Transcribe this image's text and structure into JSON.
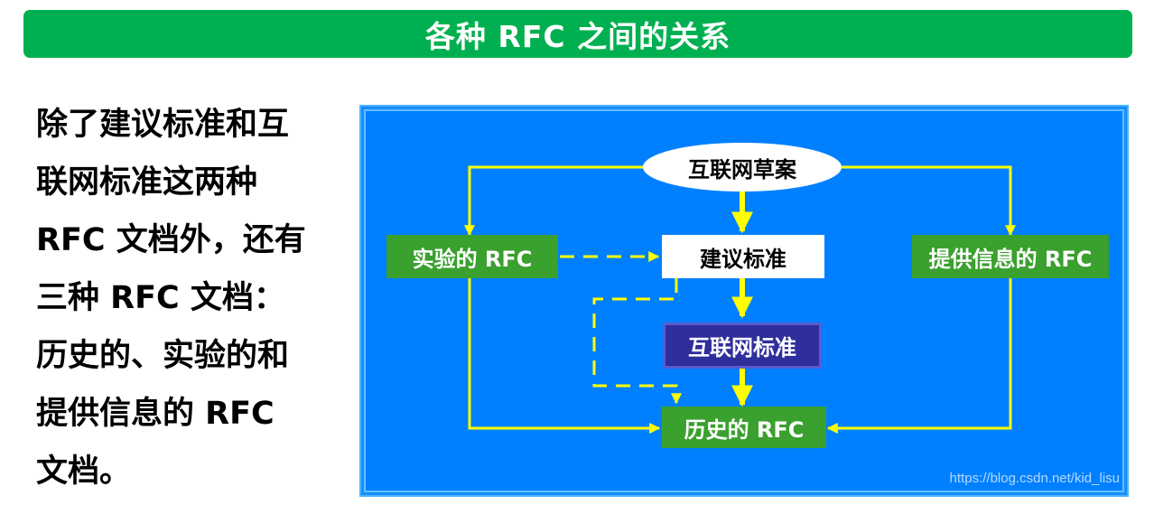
{
  "title": "各种 RFC 之间的关系",
  "body_lines": [
    "除了建议标准和互",
    "联网标准这两种",
    "RFC 文档外，还有",
    "三种 RFC 文档：",
    "历史的、实验的和",
    "提供信息的 RFC",
    "文档。"
  ],
  "diagram": {
    "nodes": {
      "internet_draft": "互联网草案",
      "proposed_standard": "建议标准",
      "internet_standard": "互联网标准",
      "experimental_rfc": "实验的 RFC",
      "informational_rfc": "提供信息的 RFC",
      "historic_rfc": "历史的 RFC"
    },
    "colors": {
      "frame": "#0080ff",
      "arrow": "#ffff00",
      "green_node": "#3aa02e",
      "navy_node": "#2e2e9c",
      "title_bar": "#00b050"
    }
  },
  "watermark": "https://blog.csdn.net/kid_lisu"
}
